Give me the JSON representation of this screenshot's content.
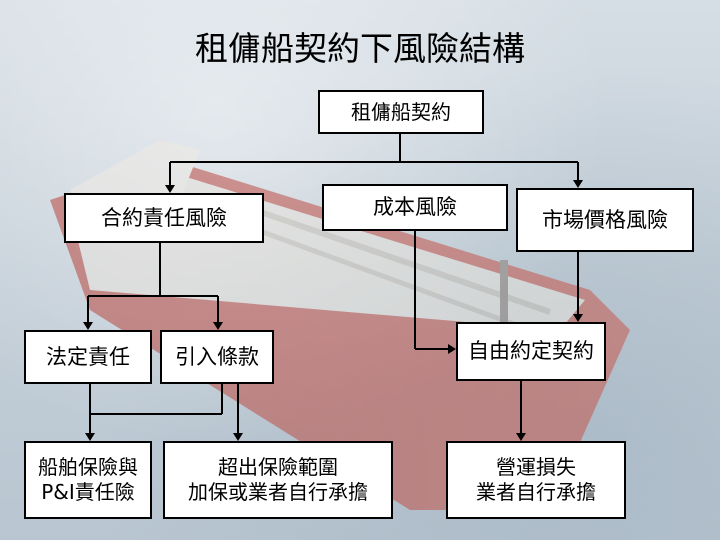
{
  "title": "租傭船契約下風險結構",
  "nodes": {
    "root": "租傭船契約",
    "contract_risk": "合約責任風險",
    "cost_risk": "成本風險",
    "market_risk": "市場價格風險",
    "statutory_liability": "法定責任",
    "incorporated_clauses": "引入條款",
    "free_agreement": "自由約定契約",
    "hull_pi_line1": "船舶保險與",
    "hull_pi_line2": "P&I責任險",
    "beyond_cover_line1": "超出保險範圍",
    "beyond_cover_line2": "加保或業者自行承擔",
    "operating_loss_line1": "營運損失",
    "operating_loss_line2": "業者自行承擔"
  },
  "colors": {
    "box_fill": "#ffffff",
    "line": "#000000"
  }
}
